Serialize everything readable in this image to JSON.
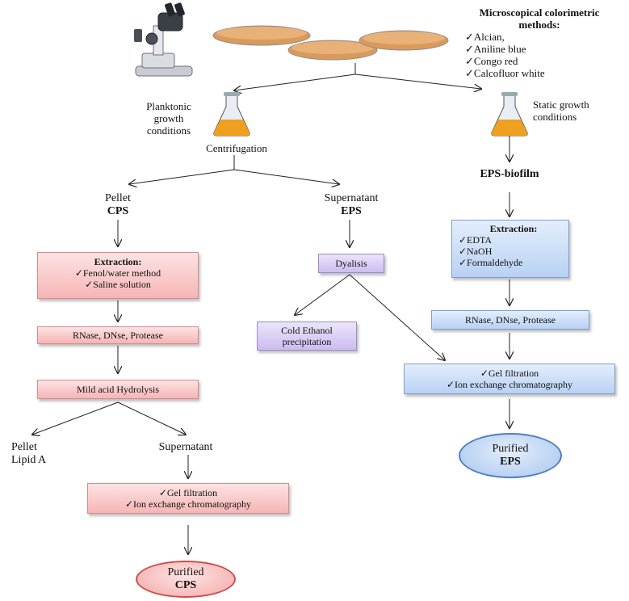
{
  "methods_title": "Microscopical colorimetric\nmethods:",
  "methods": [
    "✓Alcian,",
    "✓Aniline blue",
    "✓Congo red",
    "✓Calcofluor white"
  ],
  "planktonic": "Planktonic\ngrowth\nconditions",
  "static": "Static growth\nconditions",
  "centrifugation": "Centrifugation",
  "eps_biofilm": "EPS-biofilm",
  "pellet": "Pellet",
  "cps": "CPS",
  "supernatant": "Supernatant",
  "eps": "EPS",
  "left_extraction": {
    "title": "Extraction:",
    "items": [
      "✓Fenol/water method",
      "✓Saline solution"
    ]
  },
  "right_extraction": {
    "title": "Extraction:",
    "items": [
      "✓EDTA",
      "✓NaOH",
      "✓Formaldehyde"
    ]
  },
  "dyalisis": "Dyalisis",
  "left_enzymes": "RNase, DNse, Protease",
  "right_enzymes": "RNase, DNse, Protease",
  "cold_ethanol": "Cold Ethanol\nprecipitation",
  "mild_acid": "Mild acid Hydrolysis",
  "pellet_lipid": "Pellet\nLipid A",
  "supernatant2": "Supernatant",
  "left_chrom": [
    "✓Gel filtration",
    "✓Ion exchange chromatography"
  ],
  "right_chrom": [
    "✓Gel filtration",
    "✓Ion exchange chromatography"
  ],
  "purified_eps": {
    "line1": "Purified",
    "line2": "EPS"
  },
  "purified_cps": {
    "line1": "Purified",
    "line2": "CPS"
  },
  "colors": {
    "pink_box": "#f6b5b5",
    "purple_box": "#cbbdf0",
    "blue_box": "#b9d1f3",
    "ellipse_blue_border": "#4f7fc4",
    "ellipse_pink_border": "#c9504f",
    "petri": "#d99a5c",
    "flask_liquid": "#f0a020"
  }
}
